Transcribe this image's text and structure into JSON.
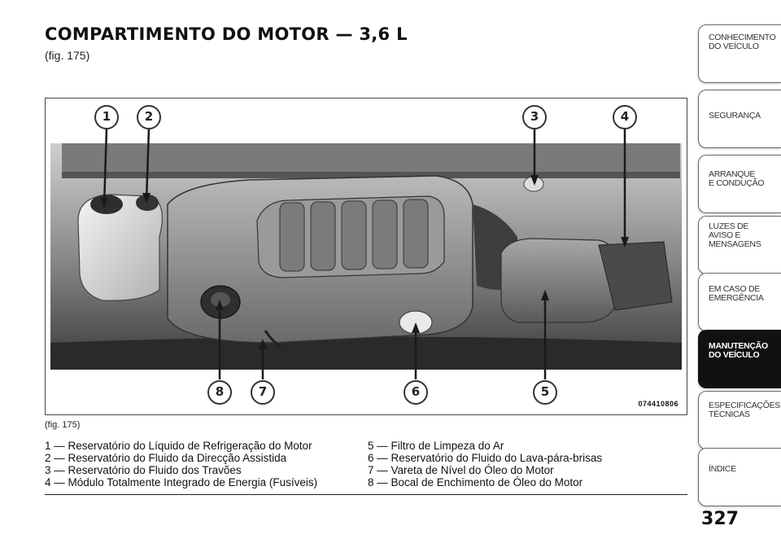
{
  "header": {
    "title": "COMPARTIMENTO DO MOTOR — 3,6 L",
    "fig_ref": "(fig. 175)"
  },
  "figure": {
    "code": "074410806",
    "caption": "(fig. 175)",
    "callouts": [
      "1",
      "2",
      "3",
      "4",
      "5",
      "6",
      "7",
      "8"
    ]
  },
  "legend": {
    "left": [
      "1 — Reservatório do Líquido de Refrigeração do Motor",
      "2 — Reservatório do Fluido da Direcção Assistida",
      "3 — Reservatório do Fluido dos Travões",
      "4 — Módulo Totalmente Integrado de Energia (Fusíveis)"
    ],
    "right": [
      "5 — Filtro de Limpeza do Ar",
      "6 — Reservatório do Fluido do Lava-pára-brisas",
      "7 — Vareta de Nível do Óleo do Motor",
      "8 — Bocal de Enchimento de Óleo do Motor"
    ]
  },
  "sidebar": {
    "tabs": [
      {
        "lines": [
          "CONHECIMENTO",
          "DO VEÍCULO"
        ],
        "active": false
      },
      {
        "lines": [
          "SEGURANÇA"
        ],
        "active": false
      },
      {
        "lines": [
          "ARRANQUE",
          "E CONDUÇÃO"
        ],
        "active": false
      },
      {
        "lines": [
          "LUZES DE",
          "AVISO E",
          "MENSAGENS"
        ],
        "active": false
      },
      {
        "lines": [
          "EM CASO DE",
          "EMERGÊNCIA"
        ],
        "active": false
      },
      {
        "lines": [
          "MANUTENÇÃO",
          "DO VEÍCULO"
        ],
        "active": true
      },
      {
        "lines": [
          "ESPECIFICAÇÕES",
          "TÉCNICAS"
        ],
        "active": false
      },
      {
        "lines": [
          "ÍNDICE"
        ],
        "active": false
      }
    ]
  },
  "page_number": "327",
  "colors": {
    "active_tab": "#111111",
    "ink": "#111111"
  }
}
